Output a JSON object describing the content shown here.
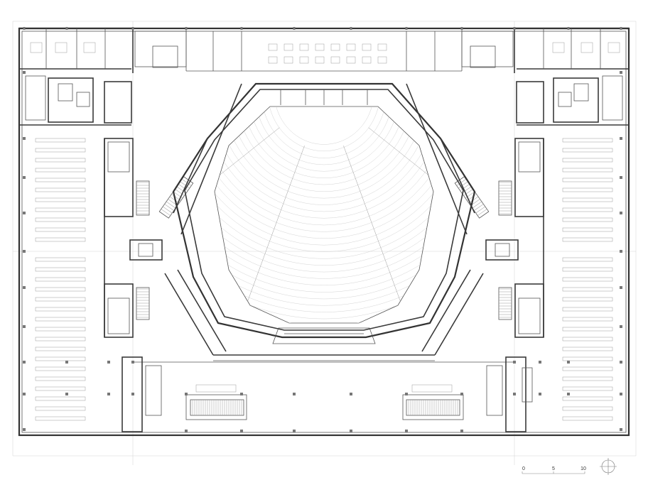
{
  "scale_bar": {
    "labels": [
      "0",
      "5",
      "10"
    ]
  },
  "north_arrow": {
    "icon": "north-arrow-icon"
  },
  "colors": {
    "line": "#555555",
    "light_line": "#9a9a9a",
    "background": "#ffffff"
  }
}
